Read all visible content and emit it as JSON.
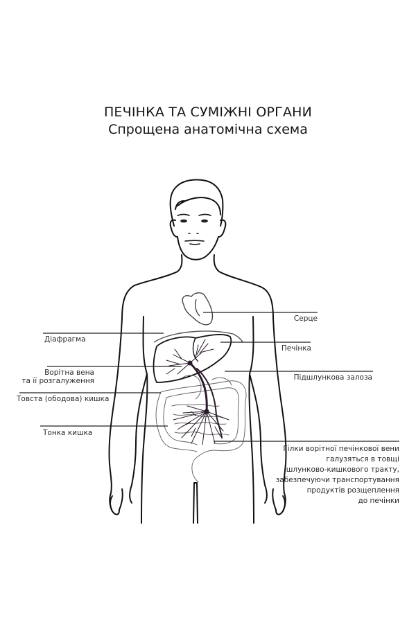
{
  "header": {
    "title": "ПЕЧІНКА ТА СУМІЖНІ ОРГАНИ",
    "subtitle": "Спрощена анатомічна схема"
  },
  "labels": {
    "left": [
      {
        "id": "diaphragm",
        "text": "Діафрагма"
      },
      {
        "id": "portal-vein-line1",
        "text": "Ворітна вена"
      },
      {
        "id": "portal-vein-line2",
        "text": "та її розгалуження"
      },
      {
        "id": "colon",
        "text": "Товста (ободова) кишка"
      },
      {
        "id": "small-intestine",
        "text": "Тонка кишка"
      }
    ],
    "right": [
      {
        "id": "heart",
        "text": "Серце"
      },
      {
        "id": "liver",
        "text": "Печінка"
      },
      {
        "id": "pancreas",
        "text": "Підшлункова залоза"
      }
    ]
  },
  "note": {
    "lines": [
      "Гілки ворітної печінкової вени",
      "галузяться в товщі",
      "шлунково-кишкового тракту,",
      "забезпечуючи транспортування",
      "продуктів розщеплення",
      "до печінки"
    ]
  },
  "colors": {
    "outline": "#111111",
    "vein": "#2a1a2a",
    "intestine": "#555555",
    "leader_line": "#222222"
  }
}
